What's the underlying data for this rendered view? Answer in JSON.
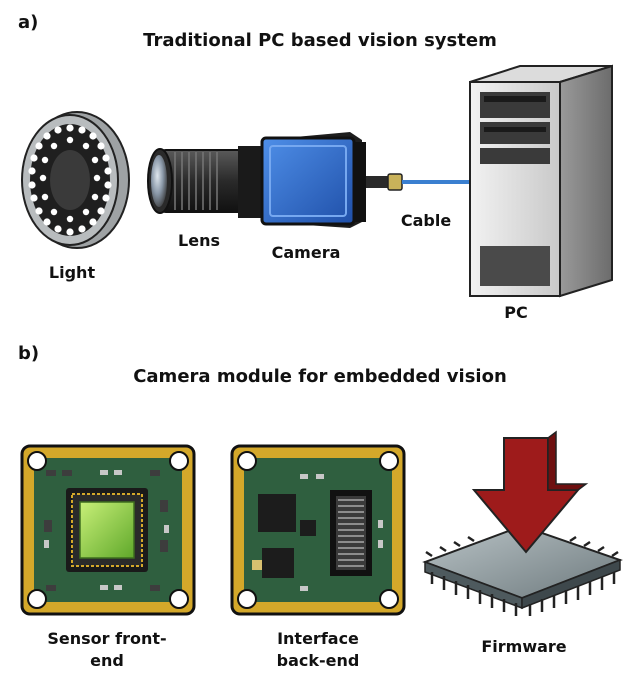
{
  "panel_a": {
    "letter": "a)",
    "title": "Traditional PC based vision system",
    "labels": {
      "light": "Light",
      "lens": "Lens",
      "camera": "Camera",
      "cable": "Cable",
      "pc": "PC"
    }
  },
  "panel_b": {
    "letter": "b)",
    "title": "Camera module for embedded vision",
    "labels": {
      "sensor": "Sensor front-end",
      "interface": "Interface back-end",
      "firmware": "Firmware"
    }
  },
  "colors": {
    "camera_blue": "#2f6fd0",
    "cable_blue": "#3a7fd0",
    "board_green": "#2f5f3f",
    "board_gold": "#d4a82a",
    "sensor_green": "#8fd04a",
    "arrow_red": "#9e1b1b",
    "chip_gray": "#7e8a8e"
  }
}
